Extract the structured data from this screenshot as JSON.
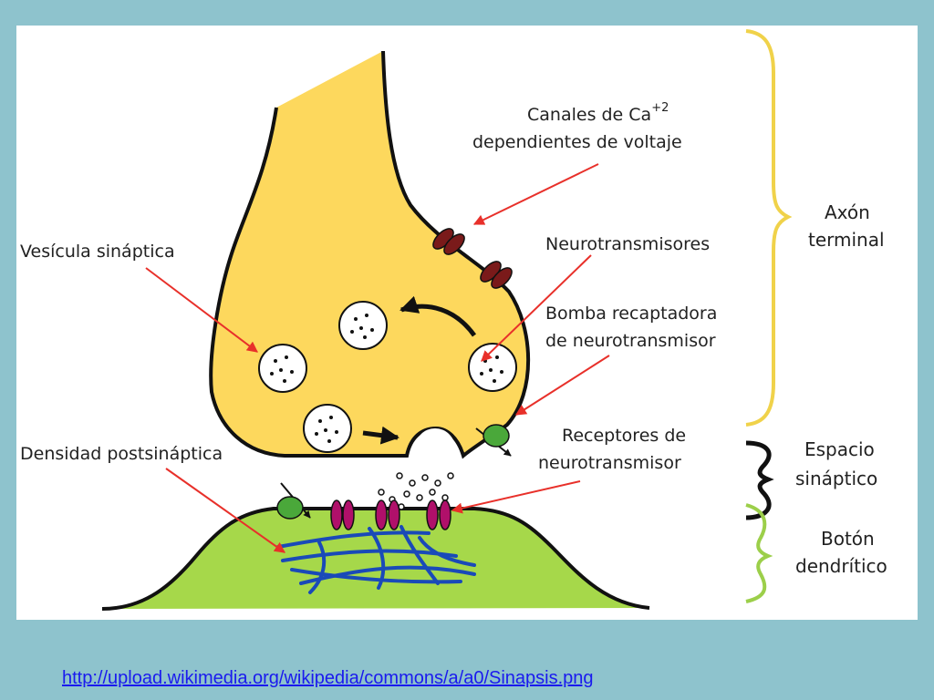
{
  "labels": {
    "calcium_channels_line1": "Canales de Ca",
    "calcium_channels_sup": "+2",
    "calcium_channels_line2": "dependientes de voltaje",
    "synaptic_vesicle": "Vesícula sináptica",
    "neurotransmitters": "Neurotransmisores",
    "reuptake_pump_line1": "Bomba recaptadora",
    "reuptake_pump_line2": "de neurotransmisor",
    "receptors_line1": "Receptores de",
    "receptors_line2": "neurotransmisor",
    "postsynaptic_density": "Densidad postsináptica"
  },
  "regions": {
    "axon_terminal_line1": "Axón",
    "axon_terminal_line2": "terminal",
    "synaptic_space_line1": "Espacio",
    "synaptic_space_line2": "sináptico",
    "dendritic_button_line1": "Botón",
    "dendritic_button_line2": "dendrítico"
  },
  "source_link": "http://upload.wikimedia.org/wikipedia/commons/a/a0/Sinapsis.png",
  "colors": {
    "background": "#8ec3cd",
    "axon": "#fdd85d",
    "dendrite": "#a6d84a",
    "arrow": "#e8302a",
    "calcium_channel": "#7a1a1a",
    "receptor": "#b0106a",
    "pump": "#4aa83a",
    "filaments": "#1a4ab8",
    "brace_axon": "#f0d24a",
    "brace_space": "#111111",
    "brace_dendrite": "#9ccf4a"
  }
}
